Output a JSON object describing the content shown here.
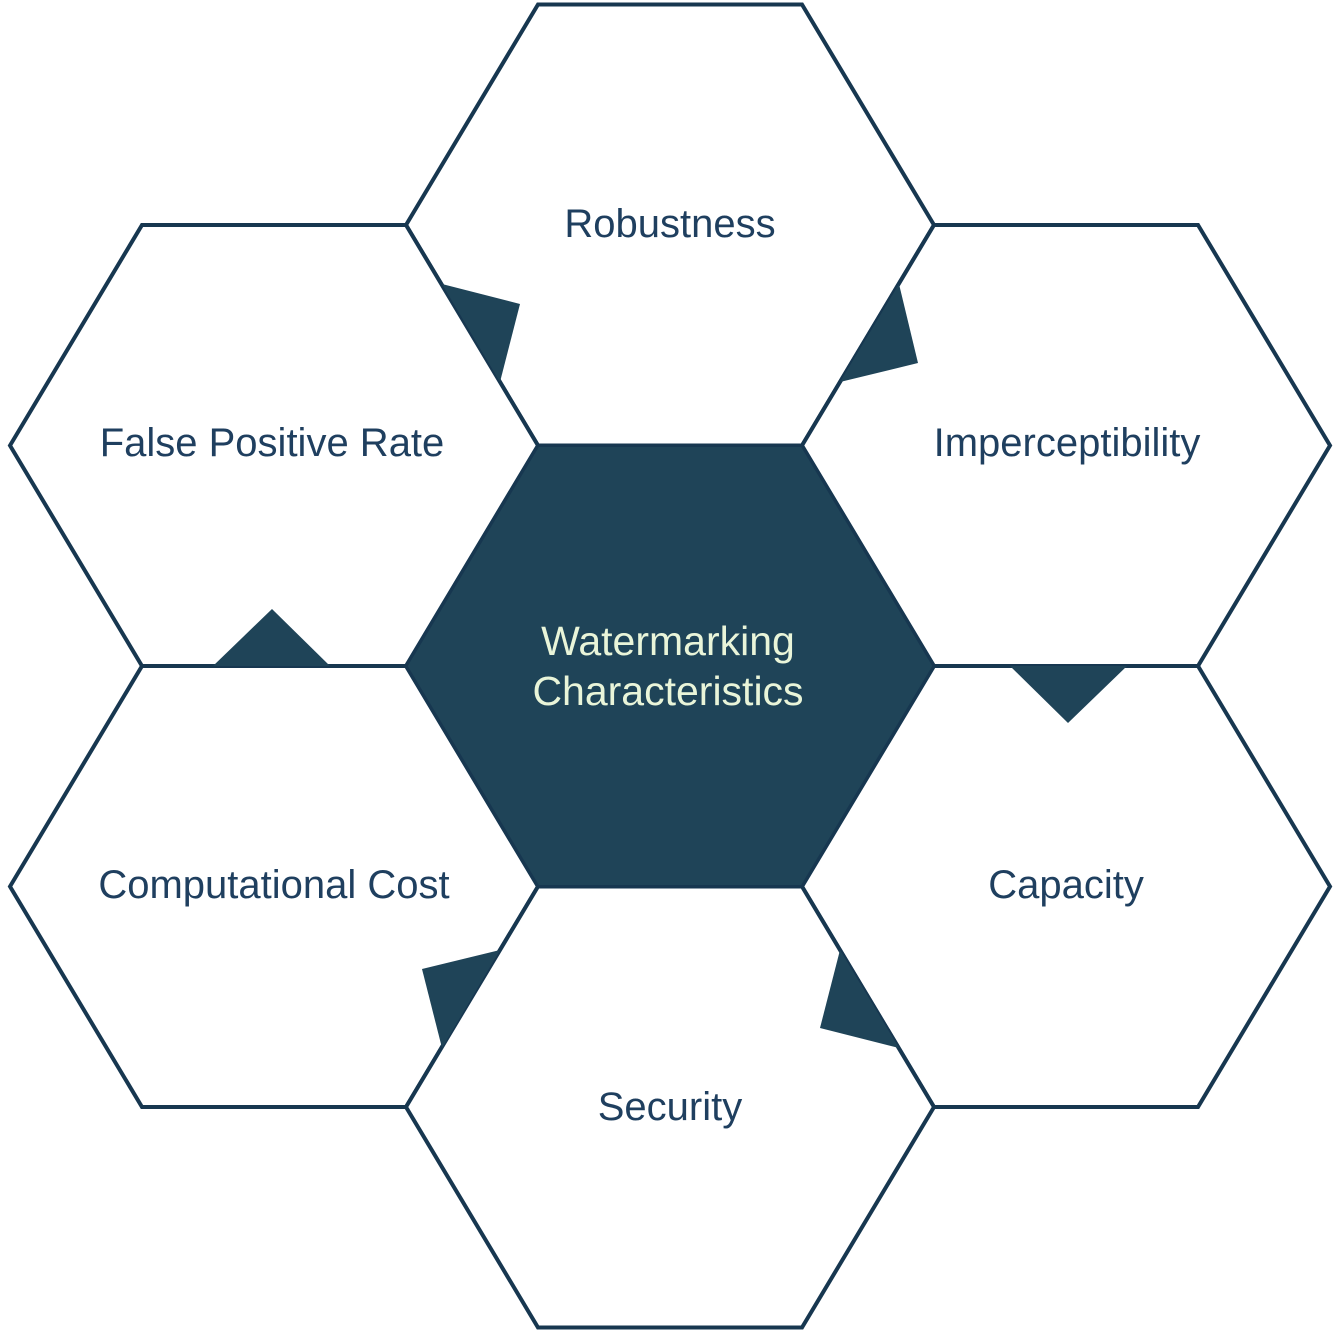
{
  "diagram": {
    "type": "hexagon-cluster",
    "center_hexagon": {
      "label_line1": "Watermarking",
      "label_line2": "Characteristics",
      "fill_color": "#1f4458",
      "text_color": "#e9f5d9"
    },
    "outer_hexagons": [
      {
        "label": "Robustness",
        "position": "top"
      },
      {
        "label": "Imperceptibility",
        "position": "top-right"
      },
      {
        "label": "Capacity",
        "position": "bottom-right"
      },
      {
        "label": "Security",
        "position": "bottom"
      },
      {
        "label": "Computational Cost",
        "position": "bottom-left"
      },
      {
        "label": "False Positive Rate",
        "position": "top-left"
      }
    ],
    "colors": {
      "outline": "#173750",
      "outer_fill": "#ffffff",
      "outer_text": "#1f3f5f",
      "wedge": "#1f4458",
      "background": "#ffffff"
    }
  }
}
